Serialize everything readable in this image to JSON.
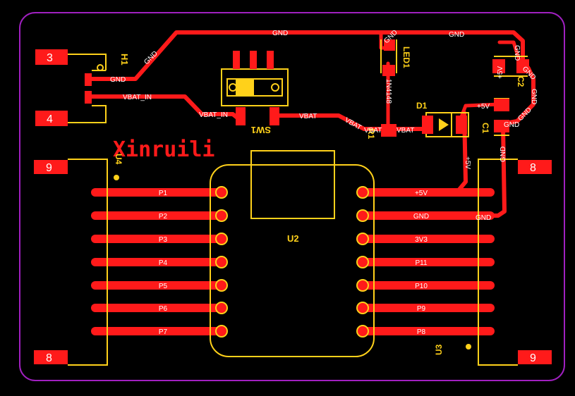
{
  "colors": {
    "background": "#000000",
    "board_outline": "#a020c0",
    "copper": "#ff1a1a",
    "silkscreen": "#ffd11a",
    "label_text": "#ffffff"
  },
  "brand_text": "Xinruili",
  "designators": {
    "h1": "H1",
    "led1": "LED1",
    "sw1": "SW1",
    "d1": "D1",
    "r1": "R1",
    "c1": "C1",
    "c2": "C2",
    "u2": "U2",
    "u3": "U3",
    "u4": "U4"
  },
  "part_values": {
    "r1": "1N4148"
  },
  "h1_pads": {
    "top": "3",
    "bottom": "4"
  },
  "u4_pads": {
    "top": "9",
    "bottom": "8"
  },
  "u3_pads": {
    "top": "8",
    "bottom": "9"
  },
  "nets": {
    "gnd_top": "GND",
    "gnd_h1_diag": "GND",
    "gnd_h1": "GND",
    "gnd_led_top": "GND",
    "gnd_right_top": "GND",
    "gnd_c2_top": "GND",
    "gnd_c2_side": "GND",
    "gnd_c2_right": "GND",
    "gnd_c1": "GND",
    "gnd_c2_lower": "GND",
    "gnd_vertical": "GND",
    "gnd_u3": "GND",
    "vbat_in_h1": "VBAT_IN",
    "vbat_in_sw": "VBAT_IN",
    "vbat_sw": "VBAT",
    "vbat_diag": "VBAT",
    "vbat_r1_left": "VBAT",
    "vbat_r1_right": "VBAT",
    "plus5v_c2": "+5V",
    "plus5v_d1": "+5V",
    "plus5v_down": "+5V"
  },
  "u2_left_pins": [
    "P1",
    "P2",
    "P3",
    "P4",
    "P5",
    "P6",
    "P7"
  ],
  "u2_right_pins": [
    "+5V",
    "GND",
    "3V3",
    "P11",
    "P10",
    "P9",
    "P8"
  ]
}
